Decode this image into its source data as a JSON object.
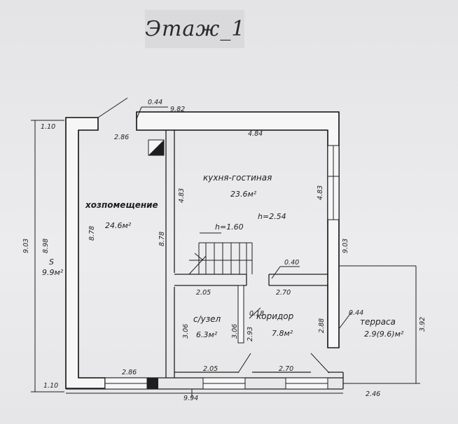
{
  "title": "Этаж_1",
  "rooms": {
    "kitchen": {
      "name": "кухня-гостиная",
      "area": "23.6м²",
      "height": "h=2.54"
    },
    "storage": {
      "name": "хозпомещение",
      "area": "24.6м²"
    },
    "bathroom": {
      "name": "с/узел",
      "area": "6.3м²"
    },
    "corridor": {
      "name": "коридор",
      "area": "7.8м²"
    },
    "terrace": {
      "name": "терраса",
      "area": "2.9(9.6)м²"
    },
    "stair": {
      "height": "h=1.60"
    }
  },
  "left_labels": {
    "s": "S",
    "area": "9.9м²"
  },
  "dimensions": {
    "d_044_top": "0.44",
    "d_982": "9.82",
    "d_110_top": "1.10",
    "d_286_top": "2.86",
    "d_484": "4.84",
    "d_483_left": "4.83",
    "d_483_right": "4.83",
    "d_903_left": "9.03",
    "d_898": "8.98",
    "d_878_left": "8.78",
    "d_878_right": "8.78",
    "d_903_right": "9.03",
    "d_205_mid": "2.05",
    "d_040": "0.40",
    "d_270_mid": "2.70",
    "d_018": "0.18",
    "d_306_left": "3.06",
    "d_306_right": "3.06",
    "d_293": "2.93",
    "d_288": "2.88",
    "d_044_right": "0.44",
    "d_392": "3.92",
    "d_286_bottom": "2.86",
    "d_205_bottom": "2.05",
    "d_270_bottom": "2.70",
    "d_110_bottom": "1.10",
    "d_994": "9.94",
    "d_246": "2.46"
  }
}
